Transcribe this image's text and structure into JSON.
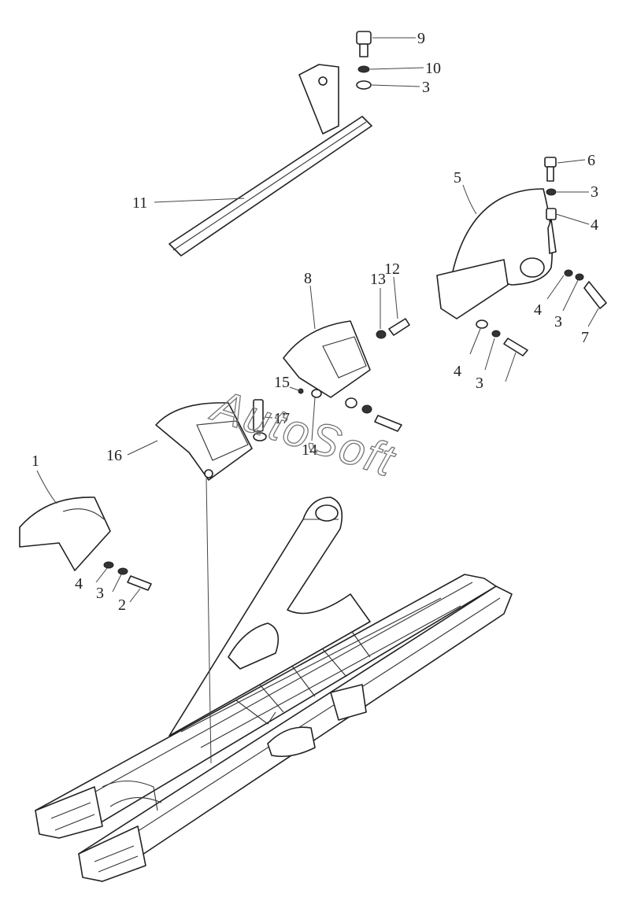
{
  "watermark": "AutoSoft",
  "callouts": [
    {
      "id": "c9",
      "text": "9"
    },
    {
      "id": "c10",
      "text": "10"
    },
    {
      "id": "c3a",
      "text": "3"
    },
    {
      "id": "c11",
      "text": "11"
    },
    {
      "id": "c6",
      "text": "6"
    },
    {
      "id": "c3b",
      "text": "3"
    },
    {
      "id": "c5",
      "text": "5"
    },
    {
      "id": "c4a",
      "text": "4"
    },
    {
      "id": "c13",
      "text": "13"
    },
    {
      "id": "c12",
      "text": "12"
    },
    {
      "id": "c8",
      "text": "8"
    },
    {
      "id": "c4b",
      "text": "4"
    },
    {
      "id": "c3c",
      "text": "3"
    },
    {
      "id": "c7",
      "text": "7"
    },
    {
      "id": "c4c",
      "text": "4"
    },
    {
      "id": "c3d",
      "text": "3"
    },
    {
      "id": "c15",
      "text": "15"
    },
    {
      "id": "c17",
      "text": "17"
    },
    {
      "id": "c14",
      "text": "14"
    },
    {
      "id": "c16",
      "text": "16"
    },
    {
      "id": "c1",
      "text": "1"
    },
    {
      "id": "c4d",
      "text": "4"
    },
    {
      "id": "c3e",
      "text": "3"
    },
    {
      "id": "c2",
      "text": "2"
    }
  ]
}
